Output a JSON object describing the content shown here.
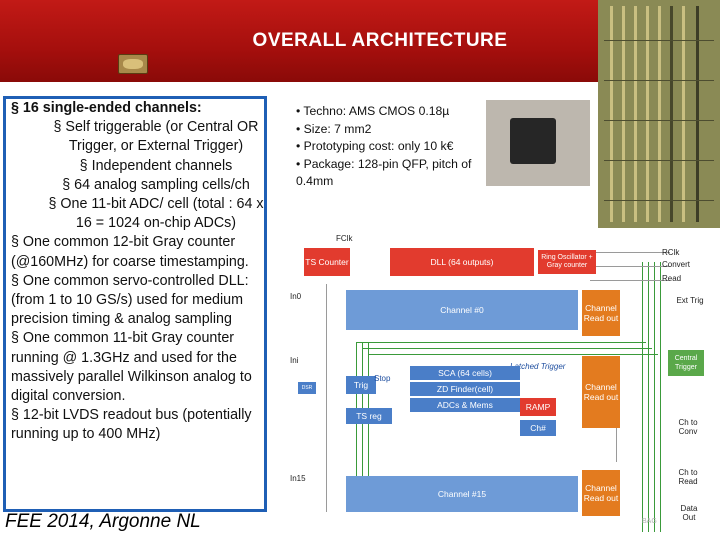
{
  "header": {
    "title": "OVERALL ARCHITECTURE"
  },
  "left_panel": {
    "lines": [
      "§ 16 single-ended channels:",
      "§ Self triggerable (or Central OR Trigger, or External Trigger)",
      "§ Independent channels",
      "§ 64 analog sampling cells/ch",
      "§ One 11-bit ADC/ cell (total : 64 x 16 = 1024 on-chip ADCs)",
      "§ One common 12-bit Gray counter (@160MHz) for coarse timestamping.",
      "§ One common servo-controlled DLL: (from 1 to 10 GS/s) used for medium precision timing & analog sampling",
      "§ One common 11-bit Gray counter running @ 1.3GHz and used for the massively parallel Wilkinson analog to digital conversion.",
      "§ 12-bit LVDS readout bus (potentially running up to 400 MHz)"
    ]
  },
  "right_panel": {
    "lines": [
      "• Techno: AMS CMOS 0.18µ",
      "• Size:  7 mm2",
      "• Prototyping cost: only 10 k€",
      "• Package: 128-pin QFP, pitch of 0.4mm"
    ]
  },
  "diagram": {
    "fclk": "FClk",
    "ts_counter": "TS Counter",
    "dll": "DLL (64 outputs)",
    "ring_osc": "Ring Oscillator + Gray counter",
    "rclk": "RClk",
    "convert": "Convert",
    "read": "Read",
    "in0": "In0",
    "in_i": "Ini",
    "in15": "In15",
    "channel0": "Channel #0",
    "channel15": "Channel #15",
    "channel_readout": "Channel Read out",
    "ext_trig": "Ext Trig",
    "central_trigger": "Central Trigger",
    "latched_trigger": "Latched Trigger",
    "stop": "Stop",
    "trig": "Trig",
    "sca": "SCA (64 cells)",
    "zd_finder": "ZD Finder(cell)",
    "adcs": "ADCs & Mems",
    "ts_reg": "TS reg",
    "ramp": "RAMP",
    "ch_num": "Ch#",
    "ch_to_conv": "Ch to Conv",
    "ch_to_read": "Ch to Read",
    "data_out": "Data Out",
    "dsr": "DSR",
    "bag": "BAG"
  },
  "footer": {
    "text": "FEE 2014, Argonne NL"
  },
  "colors": {
    "banner": "#b5120f",
    "box_border": "#1f5fb5",
    "red_block": "#e23b2e",
    "orange_block": "#e37b1f",
    "blue_block": "#4a7ec8"
  }
}
